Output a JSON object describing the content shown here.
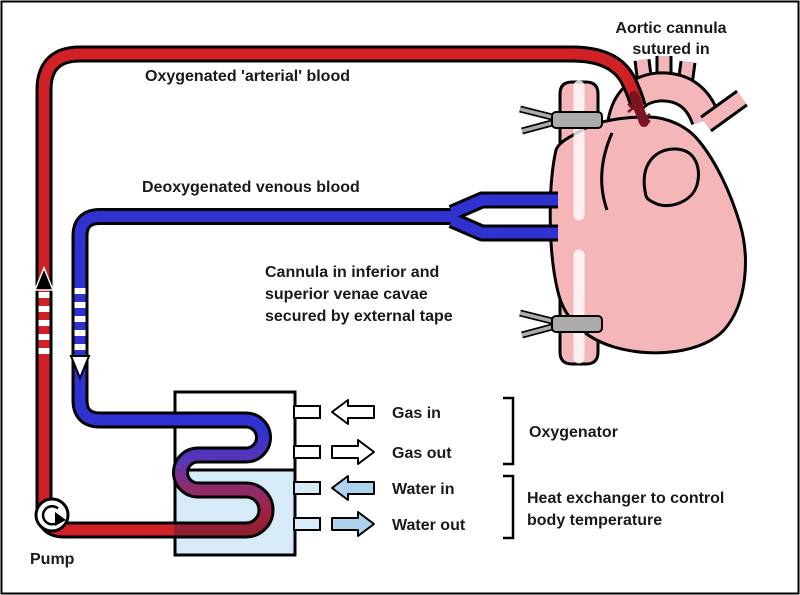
{
  "colors": {
    "arterial_red": "#d02127",
    "venous_blue": "#3032cf",
    "dark_red": "#8f1f2e",
    "cannula_dark_red": "#7a1322",
    "heart_pink": "#f5b6ba",
    "water_section_blue": "#d6eaf8",
    "water_arrow_fill": "#aed3ee",
    "tape_gray": "#ababab",
    "outline_black": "#000000"
  },
  "labels": {
    "aortic_cannula_line1": "Aortic cannula",
    "aortic_cannula_line2": "sutured in",
    "arterial_blood": "Oxygenated 'arterial' blood",
    "venous_blood": "Deoxygenated venous blood",
    "cannula_note_line1": "Cannula in inferior and",
    "cannula_note_line2": "superior venae cavae",
    "cannula_note_line3": "secured by external tape",
    "gas_in": "Gas in",
    "gas_out": "Gas out",
    "water_in": "Water in",
    "water_out": "Water out",
    "oxygenator": "Oxygenator",
    "heat_exchanger_line1": "Heat exchanger to control",
    "heat_exchanger_line2": "body temperature",
    "pump": "Pump"
  },
  "icons": {
    "gas_in_arrow": "block-arrow-left",
    "gas_out_arrow": "block-arrow-right",
    "water_in_arrow": "block-arrow-left",
    "water_out_arrow": "block-arrow-right",
    "arterial_flow_arrow": "dashed-flow-up",
    "venous_flow_arrow": "dashed-flow-down",
    "pump_symbol": "circular-rotation-arrow"
  }
}
